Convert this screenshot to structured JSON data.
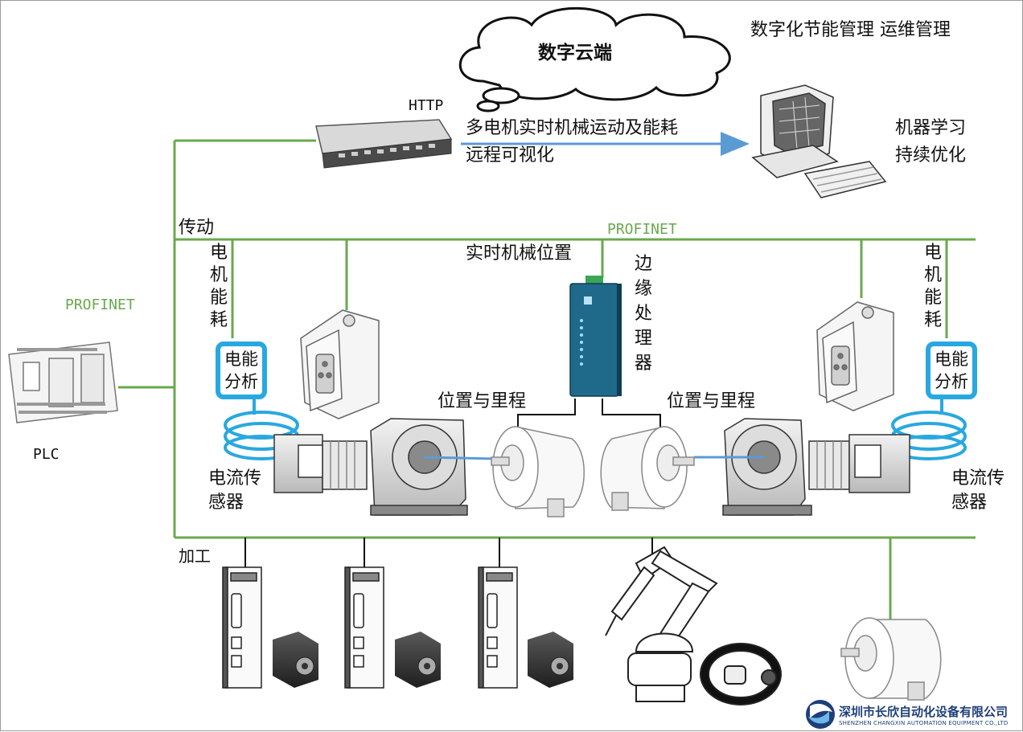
{
  "cloud": {
    "label": "数字云端"
  },
  "top_right_label": "数字化节能管理  运维管理",
  "http_label": "HTTP",
  "remote_viz": {
    "line1": "多电机实时机械运动及能耗",
    "line2": "远程可视化"
  },
  "ml": {
    "line1": "机器学习",
    "line2": "持续优化"
  },
  "drive_label": "传动",
  "profinet_top": "PROFINET",
  "profinet_left": "PROFINET",
  "realtime_position": "实时机械位置",
  "edge_processor": "边缘处理器",
  "motor_energy_left": "电机能耗",
  "motor_energy_right": "电机能耗",
  "energy_analysis_left": "电能分析",
  "energy_analysis_right": "电能分析",
  "position_mileage_left": "位置与里程",
  "position_mileage_right": "位置与里程",
  "current_sensor_left": "电流传感器",
  "current_sensor_right": "电流传感器",
  "plc_label": "PLC",
  "machining_label": "加工",
  "company": {
    "name": "深圳市长欣自动化设备有限公司",
    "name_en": "SHENZHEN CHANGXIN AUTOMATION EQUIPMENT CO.,LTD"
  },
  "colors": {
    "network_line": "#6aa84f",
    "arrow": "#5b9bd5",
    "energy_box": "#29a8e0",
    "brand": "#1f3f7a"
  },
  "icons": [
    "cloud-icon",
    "network-switch-icon",
    "computer-icon",
    "plc-icon",
    "drive-cabinet-icon",
    "gateway-icon",
    "gear-motor-icon",
    "encoder-icon",
    "current-sensor-icon",
    "servo-driver-icon",
    "servo-motor-icon",
    "robot-arm-icon",
    "gear-ring-icon",
    "company-logo-icon"
  ]
}
